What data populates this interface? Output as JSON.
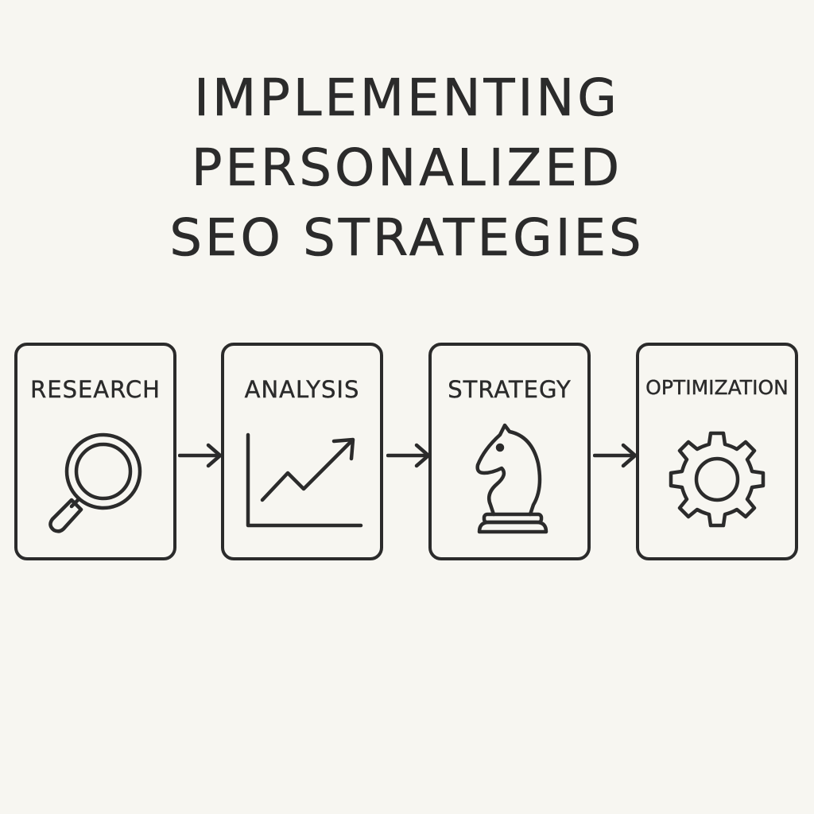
{
  "title": {
    "lines": [
      "IMPLEMENTING",
      "PERSONALIZED",
      "SEO STRATEGIES"
    ]
  },
  "steps": [
    {
      "label": "RESEARCH",
      "icon": "magnifying-glass-icon"
    },
    {
      "label": "ANALYSIS",
      "icon": "growth-chart-icon"
    },
    {
      "label": "STRATEGY",
      "icon": "chess-knight-icon"
    },
    {
      "label": "OPTIMIZATION",
      "icon": "gear-icon"
    }
  ],
  "colors": {
    "background": "#f7f6f1",
    "ink": "#2b2b2b"
  }
}
